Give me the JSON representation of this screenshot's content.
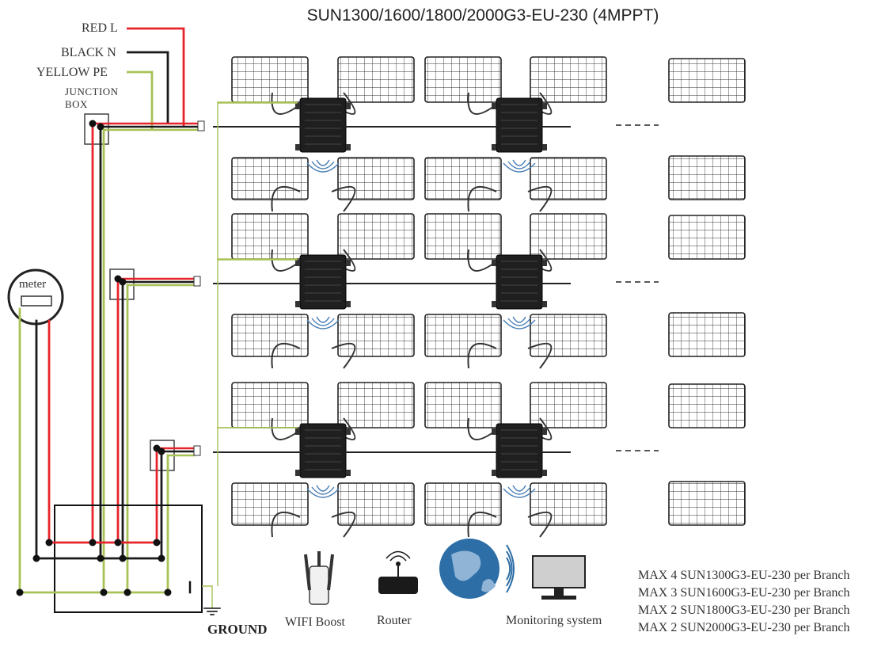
{
  "title": "SUN1300/1600/1800/2000G3-EU-230 (4MPPT)",
  "wires": {
    "red": "RED L",
    "black": "BLACK N",
    "yellow": "YELLOW   PE",
    "junction_line1": "JUNCTION",
    "junction_line2": "BOX"
  },
  "meter_label": "meter",
  "ground_label": "GROUND",
  "monitoring": {
    "wifi": "WIFI Boost",
    "router": "Router",
    "system": "Monitoring system"
  },
  "max_lines": [
    "MAX 4 SUN1300G3-EU-230 per Branch",
    "MAX 3 SUN1600G3-EU-230 per Branch",
    "MAX 2 SUN1800G3-EU-230 per Branch",
    "MAX 2 SUN2000G3-EU-230 per Branch"
  ],
  "colors": {
    "red": "#e8242b",
    "black": "#1a1a1a",
    "yellow": "#a8c256",
    "panel": "#333333"
  }
}
